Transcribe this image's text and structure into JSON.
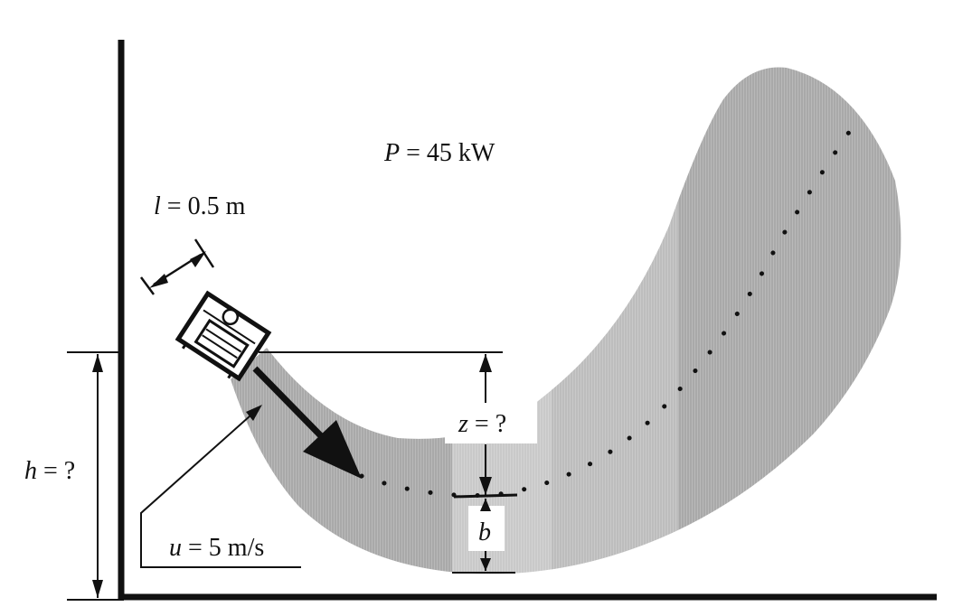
{
  "labels": {
    "power_var": "P",
    "power_rest": " = 45 kW",
    "length_var": "l",
    "length_rest": " = 0.5 m",
    "speed_var": "u",
    "speed_rest": " = 5 m/s",
    "height_var": "h",
    "height_rest": " = ?",
    "z_var": "z",
    "z_rest": " = ?",
    "b_var": "b"
  },
  "colors": {
    "ink": "#111111",
    "plume_dark": "#a9a9a9",
    "plume_mid": "#b8b8b8",
    "plume_light": "#c9c9c9",
    "background": "#ffffff"
  },
  "icons": {
    "fan": "fan-heater-icon",
    "flow_arrow": "flow-arrow-icon"
  }
}
